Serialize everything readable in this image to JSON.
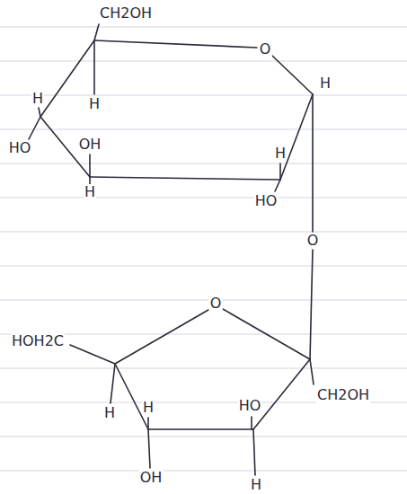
{
  "diagram": {
    "labels": [
      "CH2OH",
      "O",
      "H",
      "H",
      "H",
      "HO",
      "OH",
      "H",
      "H",
      "HO",
      "O",
      "O",
      "HOH2C",
      "CH2OH",
      "H",
      "H",
      "HO",
      "OH",
      "H"
    ]
  }
}
